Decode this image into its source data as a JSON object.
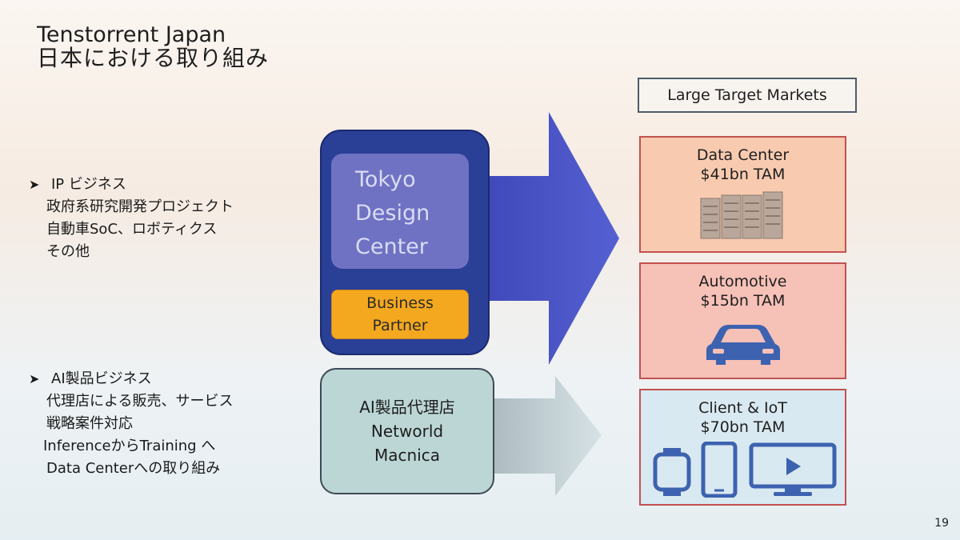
{
  "title": {
    "en": "Tenstorrent Japan",
    "jp": "日本における取り組み"
  },
  "ip_business": {
    "heading": "IP ビジネス",
    "lines": [
      "政府系研究開発プロジェクト",
      "自動車SoC、ロボティクス",
      "その他"
    ]
  },
  "ai_business": {
    "heading": "AI製品ビジネス",
    "lines": [
      "代理店による販売、サービス",
      "戦略案件対応",
      "InferenceからTraining へ",
      "Data Centerへの取り組み"
    ]
  },
  "design_center": {
    "lines": [
      "Tokyo",
      "Design",
      "Center"
    ]
  },
  "business_partner": {
    "lines": [
      "Business",
      "Partner"
    ]
  },
  "distributor": {
    "lines": [
      "AI製品代理店",
      "Networld",
      "Macnica"
    ]
  },
  "markets": {
    "header": "Large Target Markets",
    "items": [
      {
        "name": "Data Center",
        "tam": "$41bn TAM",
        "icon": "server-rack-icon"
      },
      {
        "name": "Automotive",
        "tam": "$15bn TAM",
        "icon": "car-icon"
      },
      {
        "name": "Client & IoT",
        "tam": "$70bn TAM",
        "icon": "devices-icon"
      }
    ]
  },
  "colors": {
    "design_center": "#2a3f96",
    "business_partner": "#f4a81f",
    "arrow": "#4a55c8",
    "distributor": "#bcd6d6",
    "icon": "#3d62b0"
  },
  "page_number": "19"
}
